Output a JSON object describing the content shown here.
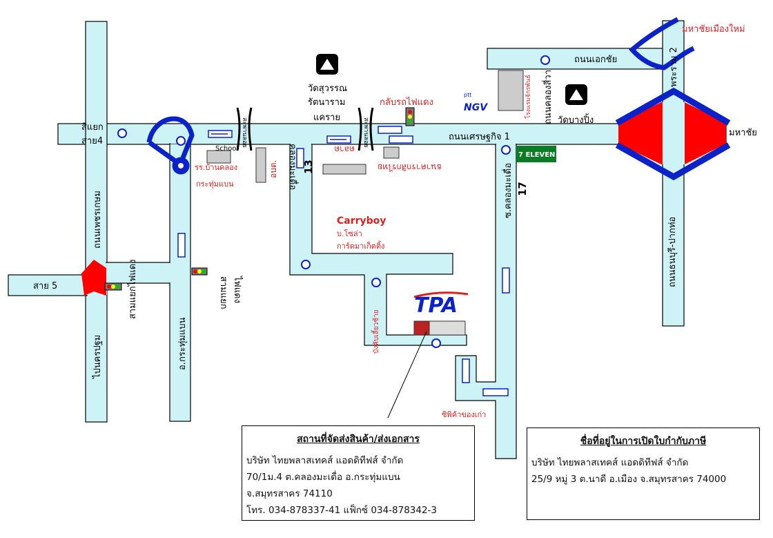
{
  "map": {
    "roads": {
      "sai4_a": "สี่แยก",
      "sai4_b": "สาย4",
      "sai5": "สาย 5",
      "phet_kasem": "ถนนเพชรเกษม",
      "to_nakhon_pathom": "ไปนครปฐม",
      "sam_yaek_fai_daeng_left": "สามแยกไฟแดง",
      "krathum_baen_road": "อ.กระทุ่มแบน",
      "sam_yaek_a": "สามแยก",
      "sam_yaek_b": "ไฟแดง",
      "khlong_mak_duea_v": "คลองมะเดื่อ",
      "road_13": "13",
      "setthakit_1": "ถนนเศรษฐกิจ 1",
      "soi_khlong_mak_duea": "ซ.คลองมะเดื่อ",
      "soi_17": "17",
      "ekkachai": "ถนนเอกชัย",
      "khlong_si_wa": "ถนนคลองสี่วา",
      "rama2": "พระราม 2",
      "thonburi_paktho": "ถนนธนบุรี-ปากท่อ",
      "mahachai": "มหาชัย",
      "mahachai_muang_mai": "มหาชัยเมืองใหม่"
    },
    "places": {
      "wat_suwan_a": "วัดสุวรรณ",
      "wat_suwan_b": "รัตนาราม",
      "wat_suwan_c": "แคราย",
      "wat_bang_ping": "วัดบางปิ้ง",
      "school_label": "School",
      "school_name_a": "รร.บ้านคลอง",
      "school_name_b": "กระทุ่มแบน",
      "post_office": "อบต.",
      "bridge_left": "สะพานลอย",
      "bridge_right": "สะพานลอย",
      "u_turn_back": "กลับรถไฟแดง",
      "ptt": "ptt",
      "ngv": "NGV",
      "hotel": "โรงแรมจักรพันธ์",
      "seven_eleven": "7 ELEVEN",
      "market": "ตลาด",
      "bank": "ธนาคารกสิกรไทย",
      "carryboy": "Carryboy",
      "carryboy_co": "บ.โซล่า",
      "carryboy_marketing": "การ์ดมาเก็ตติ้ง",
      "tpa_logo": "TPA",
      "turn_left": "บังคับเลี้ยวซ้าย",
      "antique_shop": "ซิพิค้าของเก่า"
    }
  },
  "delivery": {
    "title": "สถานที่จัดส่งสินค้า/ส่งเอกสาร",
    "line1": "บริษัท ไทยพลาสเทคส์ แอดดิทีฟส์ จำกัด",
    "line2": "70/1ม.4 ต.คลองมะเดื่อ อ.กระทุ่มแบน",
    "line3": "จ.สมุทรสาคร 74110",
    "line4": "โทร. 034-878337-41  แฟ็กซ์ 034-878342-3"
  },
  "tax": {
    "title": "ชื่อที่อยู่ในการเปิดใบกำกับภาษี",
    "line1": "บริษัท ไทยพลาสเทคส์ แอดดิทีฟส์ จำกัด",
    "line2": "25/9 หมู่ 3 ต.นาดี อ.เมือง จ.สมุทรสาคร 74000"
  },
  "colors": {
    "road": "#cdf3f7",
    "road_edge": "#000000",
    "label_red": "#e02020",
    "arrow_blue": "#0b22c8",
    "interchange_red": "#ff0000",
    "seven_green": "#0a7d24"
  }
}
